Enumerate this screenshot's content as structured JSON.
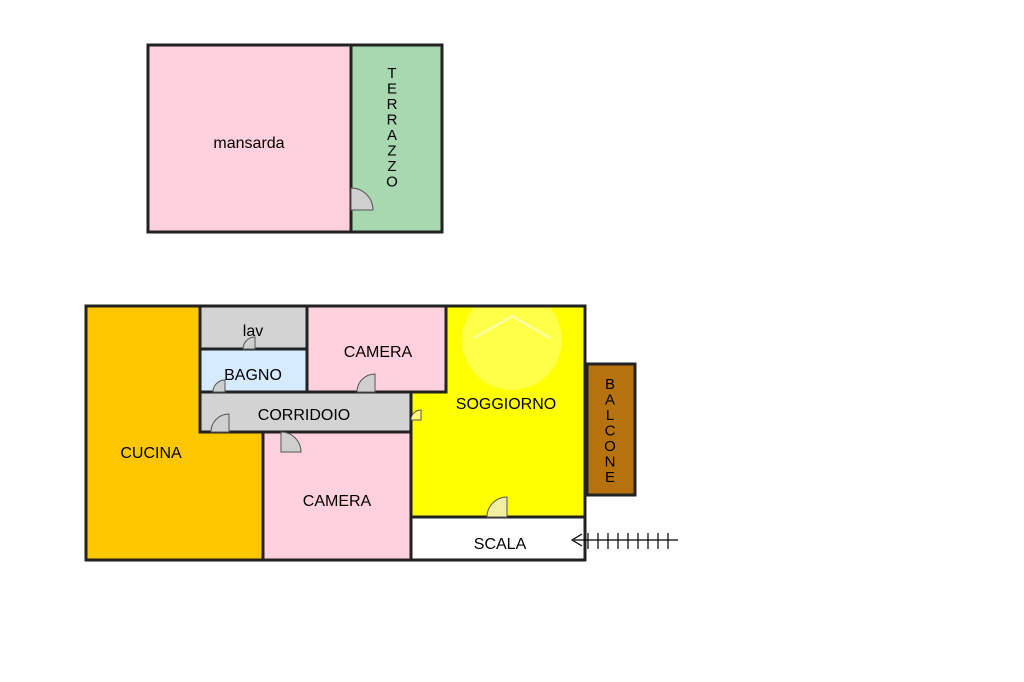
{
  "attic": {
    "mansarda": {
      "label": "mansarda"
    },
    "terrazzo": {
      "label": "TERRAZZO"
    }
  },
  "main_floor": {
    "cucina": {
      "label": "CUCINA"
    },
    "lav": {
      "label": "lav"
    },
    "bagno": {
      "label": "BAGNO"
    },
    "corridoio": {
      "label": "CORRIDOIO"
    },
    "camera_top": {
      "label": "CAMERA"
    },
    "camera_bottom": {
      "label": "CAMERA"
    },
    "soggiorno": {
      "label": "SOGGIORNO"
    },
    "balcone": {
      "label": "BALCONE"
    },
    "scala": {
      "label": "SCALA"
    }
  },
  "colors": {
    "pink": "#ffd1dc",
    "green": "#a8d8b0",
    "orange": "#fdc700",
    "yellow": "#ffff00",
    "gray": "#d3d3d3",
    "light_blue": "#d6ebff",
    "brown": "#b5720f",
    "wall": "#222222"
  }
}
